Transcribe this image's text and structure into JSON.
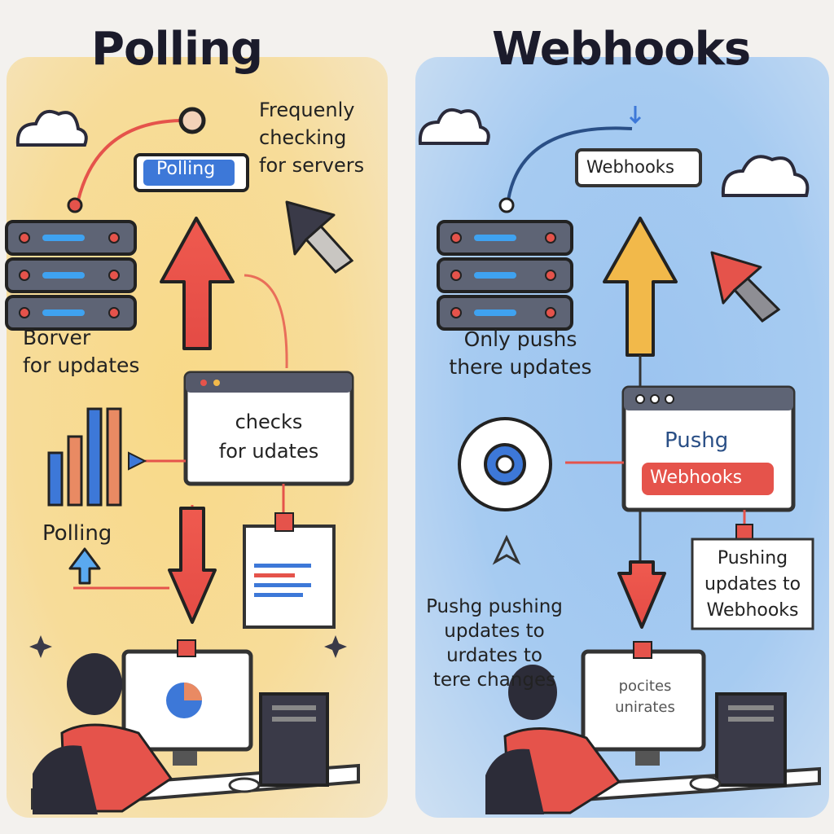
{
  "left": {
    "title": "Polling",
    "tag": "Polling",
    "note": "Frequenly\nchecking\nfor servers",
    "server_caption": "Borver\nfor updates",
    "window_text": "checks\nfor udates",
    "chart_caption": "Polling",
    "accent": "#e5534b",
    "tag_color": "#3d78d8"
  },
  "right": {
    "title": "Webhooks",
    "tag": "Webhooks",
    "note": "Only pushs\nthere updates",
    "window_line1": "Pushg",
    "window_badge": "Webhooks",
    "side_note": "Pushing\nupdates to\nWebhooks",
    "bottom_note": "Pushg pushing\nupdates to\nurdates to\ntere changes",
    "screen_text": "‌pocites\nunirates",
    "accent": "#f2b94a"
  },
  "icons": [
    "cloud-icon",
    "server-rack-icon",
    "cursor-icon",
    "arrow-up-icon",
    "arrow-down-icon",
    "browser-window-icon",
    "document-icon",
    "monitor-icon",
    "pc-tower-icon",
    "person-icon",
    "target-icon",
    "bar-chart-icon"
  ]
}
